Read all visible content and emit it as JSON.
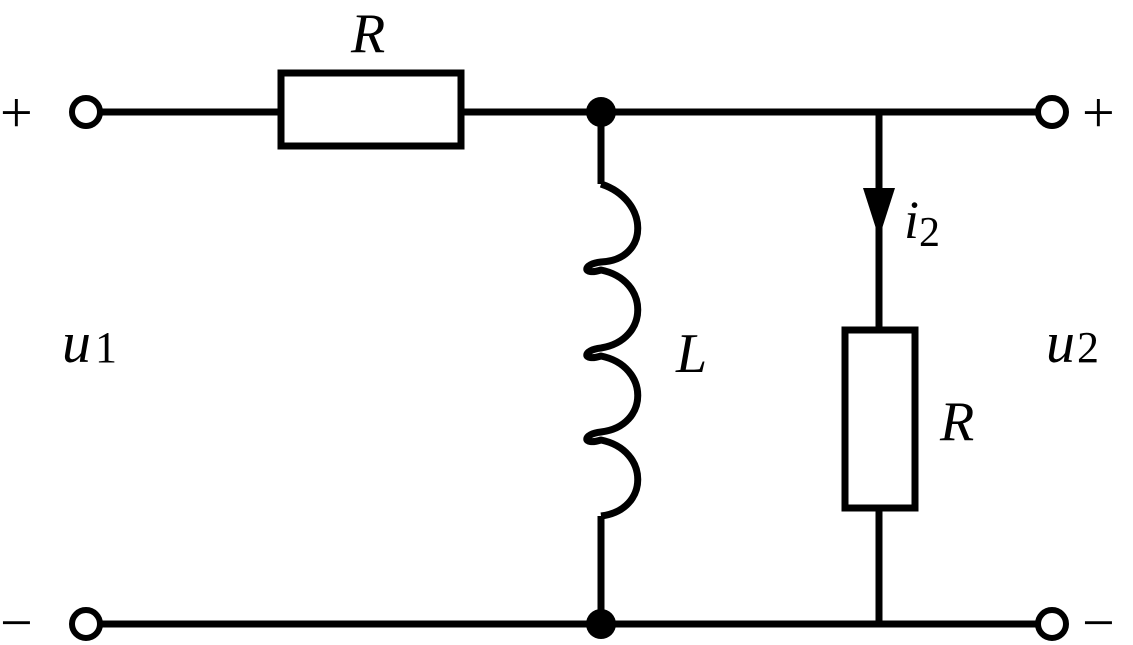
{
  "diagram": {
    "resistor_top_label": "R",
    "resistor_right_label": "R",
    "inductor_label": "L",
    "input_voltage": {
      "symbol": "u",
      "subscript": "1"
    },
    "output_voltage": {
      "symbol": "u",
      "subscript": "2"
    },
    "branch_current": {
      "symbol": "i",
      "subscript": "2"
    },
    "input_plus": "+",
    "input_minus": "−",
    "output_plus": "+",
    "output_minus": "−"
  }
}
